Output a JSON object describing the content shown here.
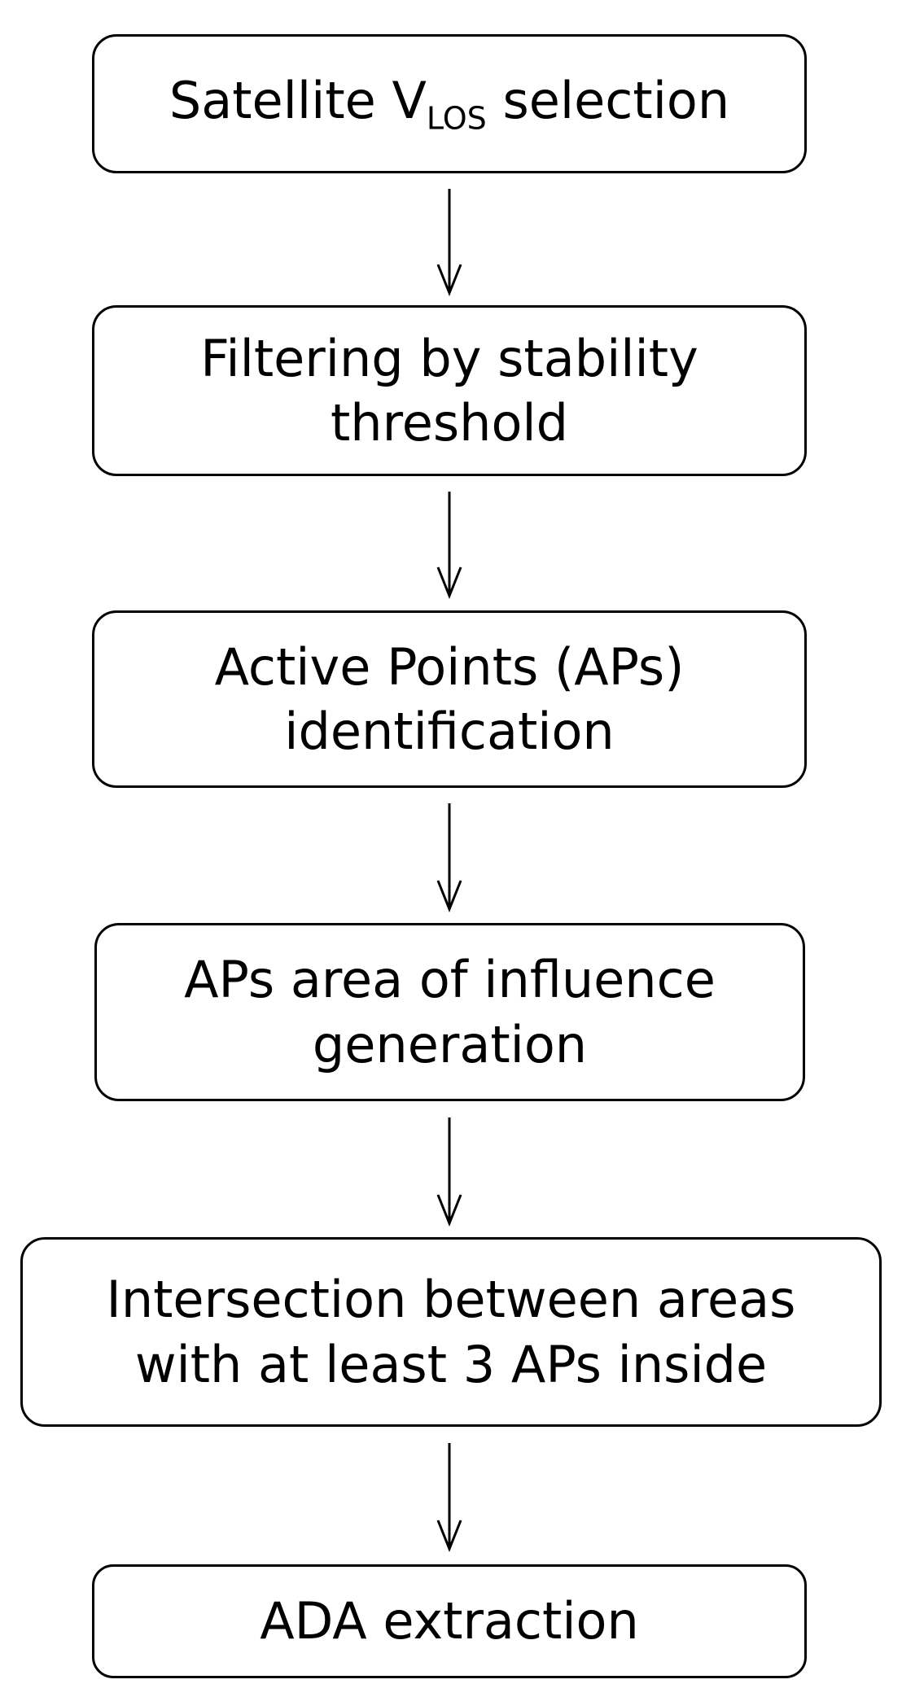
{
  "flowchart": {
    "steps": [
      {
        "line1_pre": "Satellite V",
        "line1_sub": "LOS",
        "line1_post": " selection"
      },
      {
        "line1": "Filtering by stability",
        "line2": "threshold"
      },
      {
        "line1": "Active Points (APs)",
        "line2": "identification"
      },
      {
        "line1": "APs area of influence",
        "line2": "generation"
      },
      {
        "line1": "Intersection between areas",
        "line2": "with at least 3 APs inside"
      },
      {
        "line1": "ADA extraction"
      }
    ],
    "colors": {
      "stroke": "#000000",
      "fill": "#ffffff",
      "text": "#000000"
    }
  }
}
